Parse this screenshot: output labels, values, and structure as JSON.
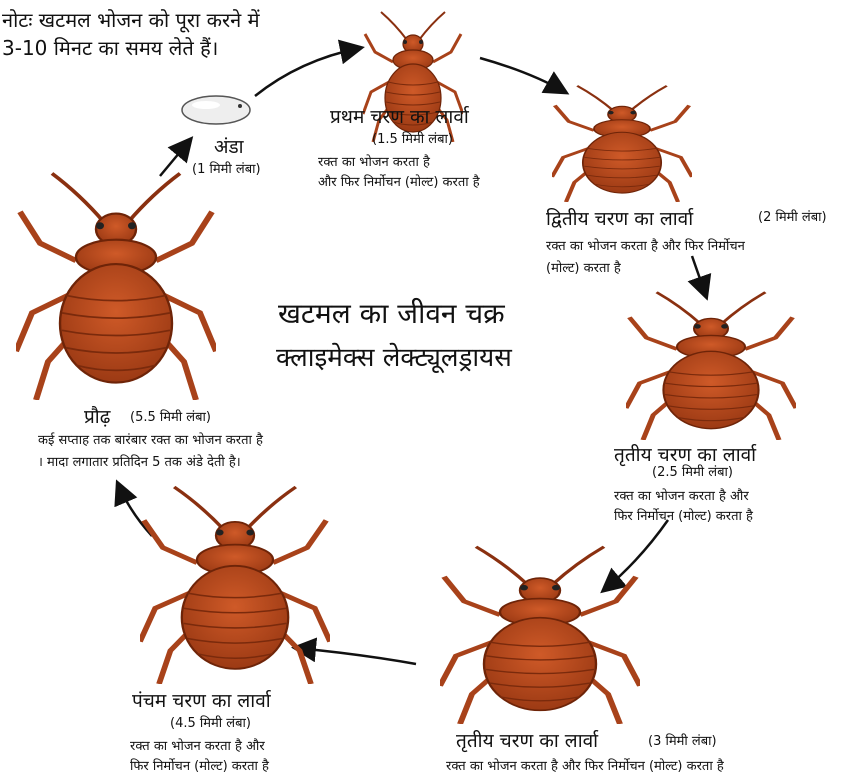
{
  "note_line1": "नोटः खटमल भोजन को पूरा करने में",
  "note_line2": "3-10 मिनट का समय लेते हैं।",
  "title": "खटमल का जीवन चक्र",
  "subtitle": "क्लाइमेक्स लेक्ट्यूलड्रायस",
  "egg": {
    "name": "अंडा",
    "size": "(1 मिमी लंबा)"
  },
  "stage1": {
    "name": "प्रथम चरण का लार्वा",
    "size": "(1.5 मिमी लंबा)",
    "desc1": "रक्त का भोजन करता है",
    "desc2": "और फिर निर्मोचन (मोल्ट) करता है"
  },
  "stage2": {
    "name": "द्वितीय चरण का लार्वा",
    "size": "(2 मिमी लंबा)",
    "desc1": "रक्त का भोजन करता है और फिर निर्मोचन",
    "desc2": "(मोल्ट) करता है"
  },
  "stage3": {
    "name": "तृतीय चरण का लार्वा",
    "size": "(2.5 मिमी लंबा)",
    "desc1": "रक्त का भोजन करता है और",
    "desc2": "फिर निर्मोचन (मोल्ट) करता है"
  },
  "stage4": {
    "name": "तृतीय चरण का लार्वा",
    "size": "(3 मिमी लंबा)",
    "desc1": "रक्त का भोजन करता है और फिर निर्मोचन (मोल्ट) करता है"
  },
  "stage5": {
    "name": "पंचम चरण का लार्वा",
    "size": "(4.5 मिमी लंबा)",
    "desc1": "रक्त का भोजन करता है और",
    "desc2": "फिर निर्मोचन (मोल्ट) करता है"
  },
  "adult": {
    "name": "प्रौढ़",
    "size": "(5.5 मिमी लंबा)",
    "desc1": "कई सप्ताह तक बारंबार रक्त का भोजन करता है",
    "desc2": "। मादा लगातार प्रतिदिन 5 तक अंडे देती है।"
  },
  "colors": {
    "bug_body": "#b5461c",
    "bug_dark": "#6e2408",
    "egg": "#eeeeee"
  }
}
